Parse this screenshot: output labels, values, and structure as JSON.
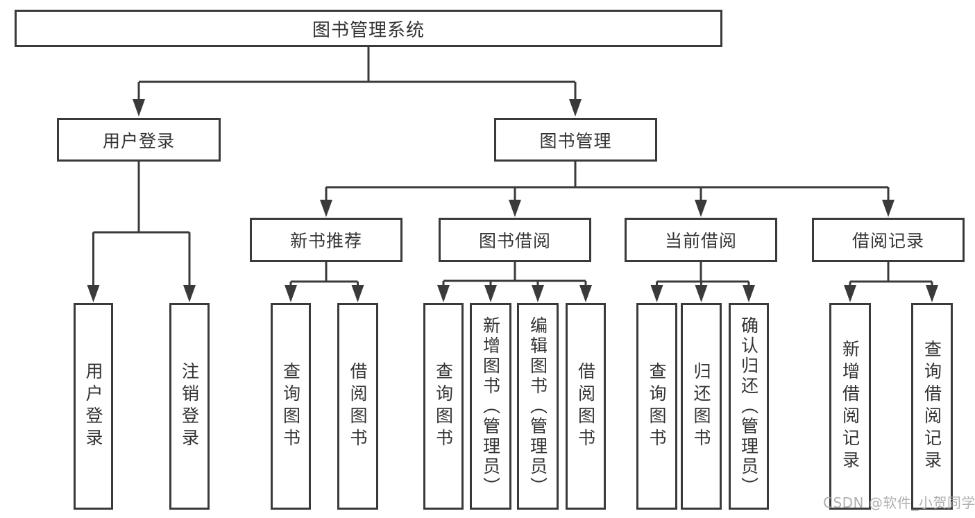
{
  "page": {
    "background": "#ffffff"
  },
  "colors": {
    "line": "#3a3a3a",
    "box_border": "#3a3a3a",
    "text": "#333333",
    "watermark_color": "#a8a8a8"
  },
  "tree": {
    "root": "图书管理系统",
    "level2": [
      {
        "label": "用户登录",
        "children": [
          "用户登录",
          "注销登录"
        ]
      },
      {
        "label": "图书管理"
      }
    ],
    "level3": [
      {
        "label": "新书推荐",
        "children": [
          "查询图书",
          "借阅图书"
        ]
      },
      {
        "label": "图书借阅",
        "children": [
          "查询图书",
          "新增图书（管理员）",
          "编辑图书（管理员）",
          "借阅图书"
        ]
      },
      {
        "label": "当前借阅",
        "children": [
          "查询图书",
          "归还图书",
          "确认归还（管理员）"
        ]
      },
      {
        "label": "借阅记录",
        "children": [
          "新增借阅记录",
          "查询借阅记录"
        ]
      }
    ]
  },
  "watermark": "CSDN @软件_小贺同学"
}
